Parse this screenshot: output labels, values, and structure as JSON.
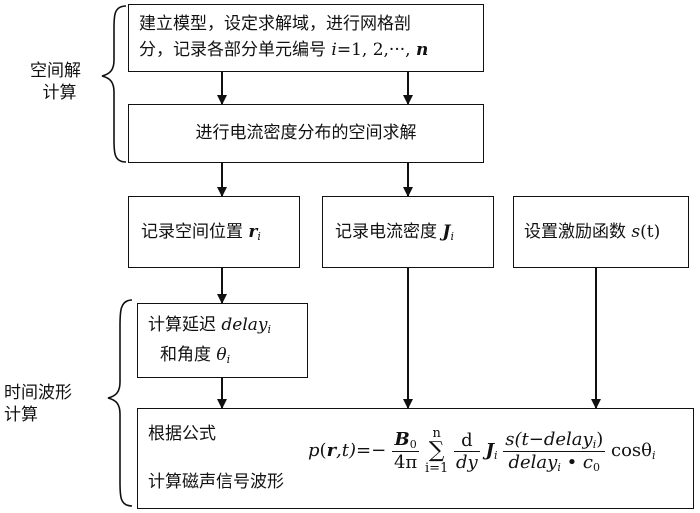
{
  "brackets": {
    "spatial_label_1": "空间解",
    "spatial_label_2": "计算",
    "temporal_label_1": "时间波形",
    "temporal_label_2": "计算"
  },
  "boxes": {
    "model_line1": "建立模型，设定求解域，进行网格剖",
    "model_line2": "分，记录各部分单元编号",
    "model_index_var": "i",
    "model_index_values": "=1, 2,···, ",
    "model_index_n": "n",
    "solve": "进行电流密度分布的空间求解",
    "record_position": "记录空间位置",
    "position_var": "r",
    "position_sub": "i",
    "record_density": "记录电流密度",
    "density_var": "J",
    "density_sub": "i",
    "excitation": "设置激励函数",
    "excitation_func": "s",
    "excitation_arg": "(t)",
    "delay_line1": "计算延迟",
    "delay_var": "delay",
    "delay_sub": "i",
    "delay_line2": "和角度",
    "angle_var": "θ",
    "angle_sub": "i",
    "formula_label1": "根据公式",
    "formula_label2": "计算磁声信号波形"
  },
  "formula": {
    "lhs_p": "p",
    "lhs_args_open": "(",
    "lhs_r": "r",
    "lhs_comma_t": ",t)=−",
    "B": "B",
    "B_sub": "0",
    "four_pi": "4π",
    "sum_top": "n",
    "sum_sign": "∑",
    "sum_bottom": "i=1",
    "d": "d",
    "dy": "dy",
    "J": "J",
    "J_sub": "i",
    "num": "s(t−delay",
    "num_sub": "i",
    "num_close": ")",
    "den": "delay",
    "den_sub": "i",
    "den_dot": " • c",
    "den_c_sub": "0",
    "cos": "cosθ",
    "cos_sub": "i"
  }
}
